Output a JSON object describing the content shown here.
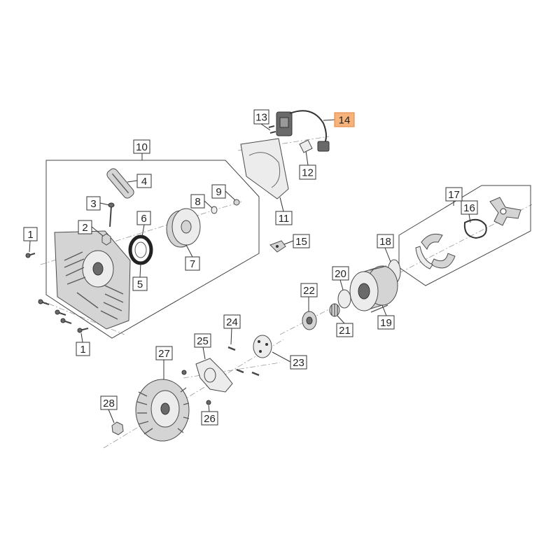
{
  "diagram": {
    "highlight_color": "#f6b37c",
    "highlight_border": "#e0823a"
  },
  "callouts": {
    "p1a": "1",
    "p1b": "1",
    "p2": "2",
    "p3": "3",
    "p4": "4",
    "p5": "5",
    "p6": "6",
    "p7": "7",
    "p8": "8",
    "p9": "9",
    "p10": "10",
    "p11": "11",
    "p12": "12",
    "p13": "13",
    "p14": "14",
    "p15": "15",
    "p16": "16",
    "p17": "17",
    "p18": "18",
    "p19": "19",
    "p20": "20",
    "p21": "21",
    "p22": "22",
    "p23": "23",
    "p24": "24",
    "p25": "25",
    "p26": "26",
    "p27": "27",
    "p28": "28"
  }
}
